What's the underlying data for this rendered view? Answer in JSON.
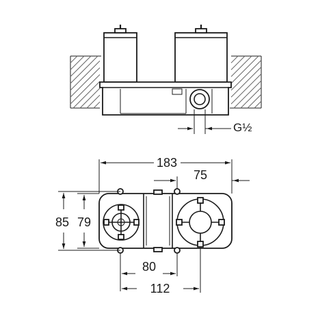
{
  "front_view": {
    "thread_label": "G½"
  },
  "top_view": {
    "dim_overall_width": "183",
    "dim_right_offset": "75",
    "dim_height_outer": "85",
    "dim_height_inner": "79",
    "dim_lower_spacing": "80",
    "dim_mount_spacing": "112"
  }
}
